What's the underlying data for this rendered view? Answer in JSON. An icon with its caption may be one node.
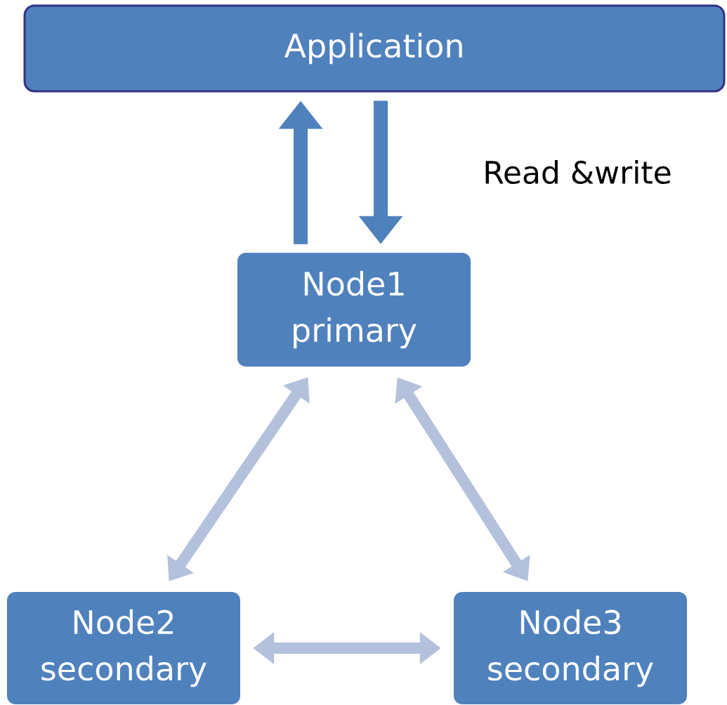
{
  "diagram": {
    "nodes": [
      {
        "text": [
          "Application"
        ]
      },
      {
        "text": [
          "Node1 primary"
        ]
      },
      {
        "text": [
          "Node2 secondary"
        ]
      },
      {
        "text": [
          "Node3 secondary"
        ]
      }
    ],
    "edges": [
      {
        "from": 1,
        "to": 0,
        "arrow": "to",
        "color": "#4f81bd"
      },
      {
        "from": 0,
        "to": 1,
        "arrow": "to",
        "color": "#4f81bd",
        "label": "Read &write"
      },
      {
        "from": 1,
        "to": 2,
        "arrow": "both"
      },
      {
        "from": 1,
        "to": 3,
        "arrow": "both"
      },
      {
        "from": 2,
        "to": 3,
        "arrow": "both"
      }
    ]
  }
}
